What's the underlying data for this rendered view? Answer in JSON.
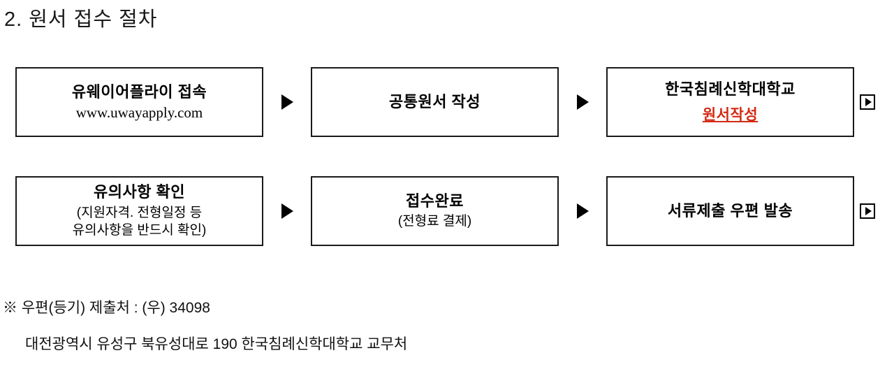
{
  "page": {
    "title": "2. 원서 접수 절차"
  },
  "flow": {
    "rows": [
      {
        "steps": [
          {
            "title": "유웨이어플라이 접속",
            "subtitle_latin": "www.uwayapply.com"
          },
          {
            "title": "공통원서 작성"
          },
          {
            "title": "한국침례신학대학교",
            "link": "원서작성",
            "link_color": "#d32a13"
          }
        ]
      },
      {
        "steps": [
          {
            "title": "유의사항 확인",
            "subtitle_kr_line1": "(지원자격. 전형일정 등",
            "subtitle_kr_line2": "유의사항을 반드시 확인)"
          },
          {
            "title": "접수완료",
            "subtitle_kr_line1": "(전형료 결제)"
          },
          {
            "title": "서류제출 우편 발송"
          }
        ]
      }
    ],
    "arrow_glyph": "▶"
  },
  "notes": {
    "line1": "※ 우편(등기) 제출처 : (우) 34098",
    "line2": "대전광역시 유성구 북유성대로 190 한국침례신학대학교 교무처"
  }
}
